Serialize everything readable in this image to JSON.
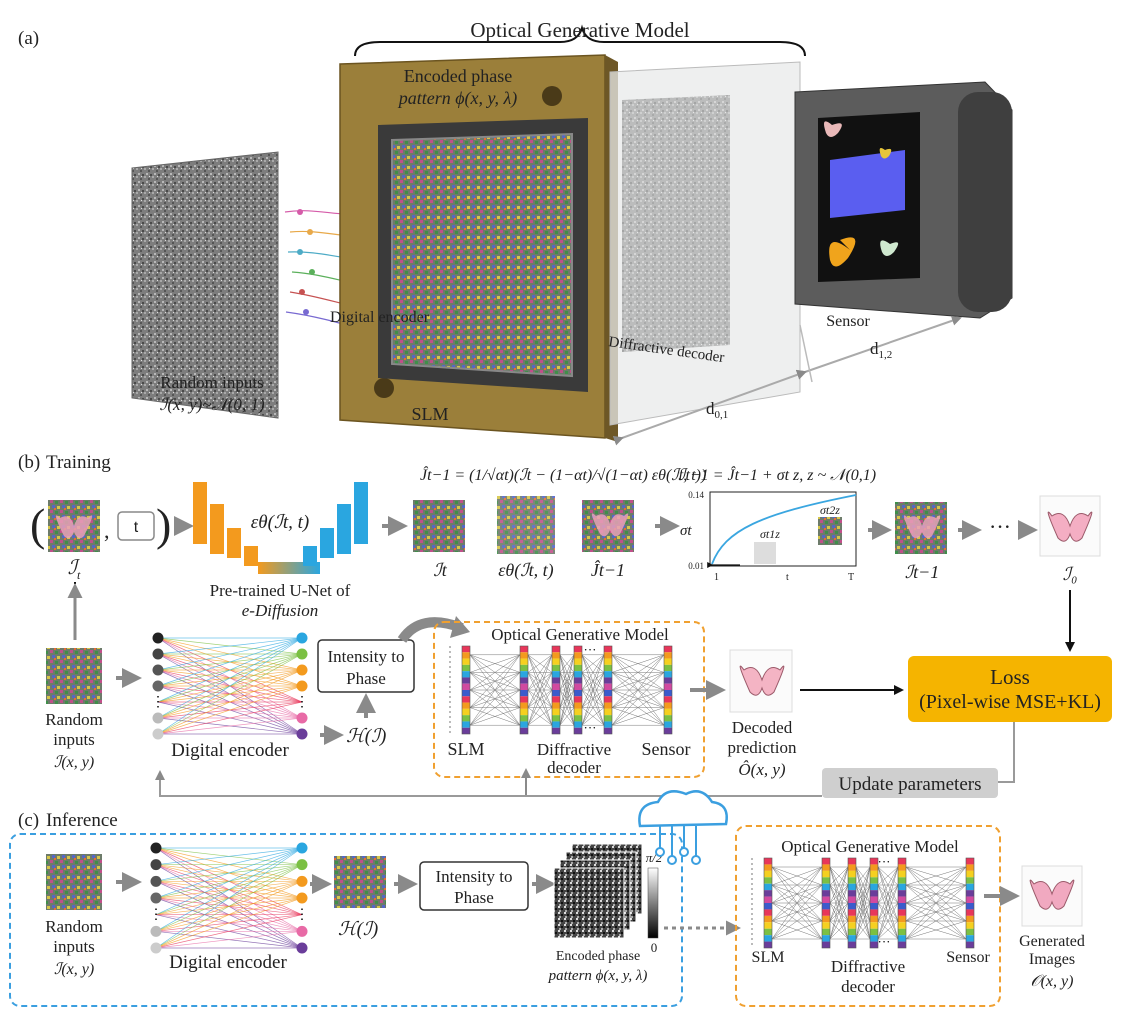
{
  "panel_a": {
    "label": "(a)",
    "model_title": "Optical Generative Model",
    "encoded_phase_line1": "Encoded phase",
    "encoded_phase_line2": "pattern ϕ(x, y, λ)",
    "digital_encoder": "Digital encoder",
    "diffractive_decoder": "Diffractive decoder",
    "sensor": "Sensor",
    "slm": "SLM",
    "random_inputs_line1": "Random inputs",
    "random_inputs_line2": "ℐ(x, y)~𝒩(0, 1)",
    "d01": "d",
    "d01_sub": "0,1",
    "d12": "d",
    "d12_sub": "1,2"
  },
  "panel_b": {
    "label": "(b)",
    "title": "Training",
    "t_box": "t",
    "it_label": "ℐ",
    "it_sub": "t",
    "unet_eq": "εθ(ℐt, t)",
    "unet_caption1": "Pre-trained U-Net of",
    "unet_caption2": "e-Diffusion",
    "eq1": "Ĵt−1 = (1/√αt)(ℐt − (1−αt)/√(1−αt) εθ(ℐt, t))",
    "eq2": "ℐt−1 = Ĵt−1 + σt z,  z ~ 𝒩(0,1)",
    "cap_it": "ℐt",
    "cap_eps": "εθ(ℐt, t)",
    "cap_ihat": "Ĵt−1",
    "sigma_axis": "σt",
    "sigma_t1z": "σt1z",
    "sigma_t2z": "σt2z",
    "tick_014": "0.14",
    "tick_001": "0.01",
    "tick_1": "1",
    "tick_t": "t",
    "tick_T": "T",
    "it_minus1": "ℐt−1",
    "dots": "···",
    "i0": "ℐ₀",
    "random_inputs_line1": "Random",
    "random_inputs_line2": "inputs",
    "random_inputs_line3": "ℐ(x, y)",
    "digital_encoder": "Digital encoder",
    "intensity_phase_line1": "Intensity to",
    "intensity_phase_line2": "Phase",
    "h_of_i": "ℋ(ℐ)",
    "ogm_title": "Optical Generative Model",
    "slm": "SLM",
    "diffractive_decoder_line1": "Diffractive",
    "diffractive_decoder_line2": "decoder",
    "sensor": "Sensor",
    "decoded_line1": "Decoded",
    "decoded_line2": "prediction",
    "decoded_line3": "Ô(x, y)",
    "loss_line1": "Loss",
    "loss_line2": "(Pixel-wise MSE+KL)",
    "update_params": "Update parameters"
  },
  "panel_c": {
    "label": "(c)",
    "title": "Inference",
    "random_inputs_line1": "Random",
    "random_inputs_line2": "inputs",
    "random_inputs_line3": "ℐ(x, y)",
    "digital_encoder": "Digital encoder",
    "h_of_i": "ℋ(ℐ)",
    "intensity_phase_line1": "Intensity to",
    "intensity_phase_line2": "Phase",
    "phase_max": "π/2",
    "phase_min": "0",
    "encoded_phase_line1": "Encoded phase",
    "encoded_phase_line2": "pattern ϕ(x, y, λ)",
    "ogm_title": "Optical Generative Model",
    "slm": "SLM",
    "diffractive_decoder_line1": "Diffractive",
    "diffractive_decoder_line2": "decoder",
    "sensor": "Sensor",
    "generated_line1": "Generated",
    "generated_line2": "Images",
    "generated_line3": "𝒪(x, y)"
  },
  "colors": {
    "orange": "#f39a1e",
    "blue": "#2aa6e0",
    "loss_fill": "#f5b400",
    "dash_orange": "#f0a030",
    "dash_blue": "#3b9fe0",
    "arrow_gray": "#8a8a8a",
    "slm_gold": "#8e7430"
  }
}
